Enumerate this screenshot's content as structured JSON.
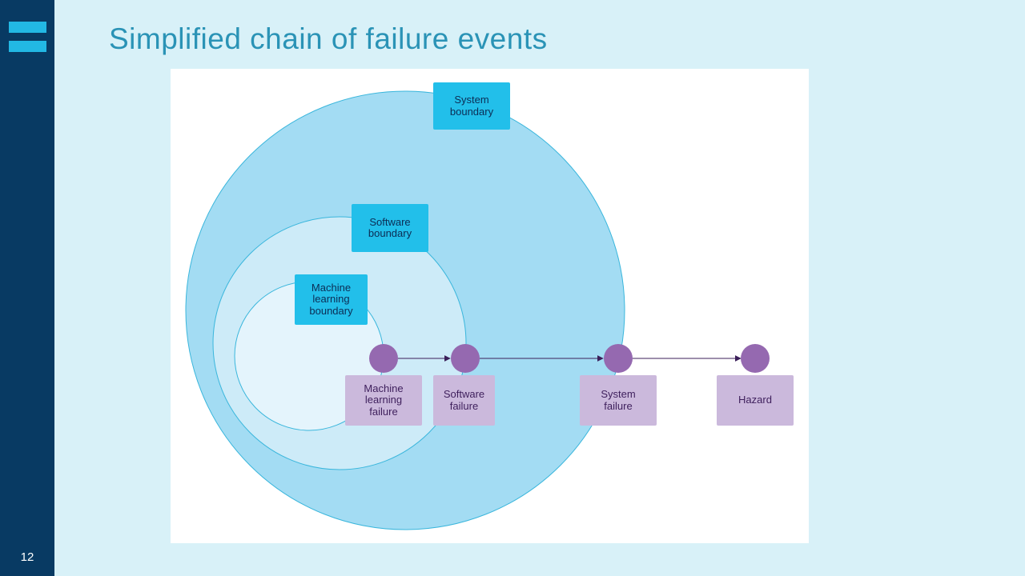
{
  "slide": {
    "title": "Simplified chain of failure events",
    "page_number": "12"
  },
  "diagram": {
    "boundaries": [
      {
        "id": "system",
        "label": "System\nboundary"
      },
      {
        "id": "software",
        "label": "Software\nboundary"
      },
      {
        "id": "ml",
        "label": "Machine\nlearning\nboundary"
      }
    ],
    "events": [
      {
        "id": "ml-failure",
        "label": "Machine\nlearning\nfailure"
      },
      {
        "id": "software-failure",
        "label": "Software\nfailure"
      },
      {
        "id": "system-failure",
        "label": "System\nfailure"
      },
      {
        "id": "hazard",
        "label": "Hazard"
      }
    ],
    "colors": {
      "system_fill": "#a3dcf3",
      "software_fill": "#cdebf8",
      "ml_fill": "#e4f4fc",
      "circle_stroke": "#3ab6dc",
      "boundary_box": "#22bfea",
      "event_node": "#9569b0",
      "event_box": "#cbb9dc",
      "arrow": "#3b1f5a"
    }
  }
}
